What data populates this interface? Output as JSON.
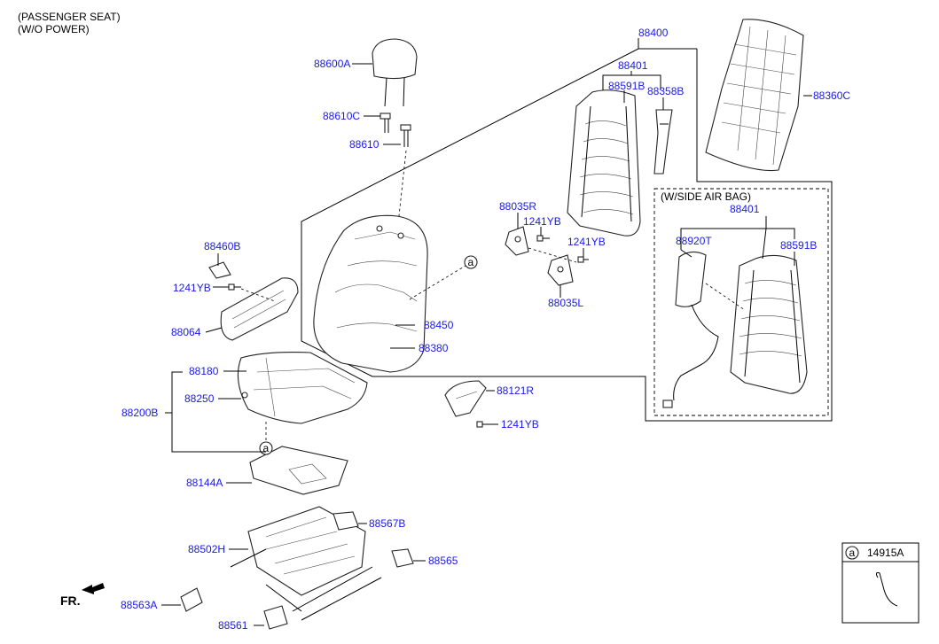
{
  "header": {
    "line1": "(PASSENGER SEAT)",
    "line2": "(W/O POWER)"
  },
  "side_airbag_box": {
    "title": "(W/SIDE AIR BAG)"
  },
  "front_indicator": "FR.",
  "legend": {
    "marker": "a",
    "part": "14915A"
  },
  "markers": {
    "a1": "a",
    "a2": "a"
  },
  "parts": {
    "p88400": "88400",
    "p88401": "88401",
    "p88401b": "88401",
    "p88591B": "88591B",
    "p88591Bb": "88591B",
    "p88358B": "88358B",
    "p88360C": "88360C",
    "p88600A": "88600A",
    "p88610C": "88610C",
    "p88610": "88610",
    "p88035R": "88035R",
    "p1241YB_a": "1241YB",
    "p1241YB_b": "1241YB",
    "p1241YB_c": "1241YB",
    "p1241YB_d": "1241YB",
    "p88035L": "88035L",
    "p88920T": "88920T",
    "p88460B": "88460B",
    "p88064": "88064",
    "p88450": "88450",
    "p88380": "88380",
    "p88180": "88180",
    "p88250": "88250",
    "p88200B": "88200B",
    "p88121R": "88121R",
    "p88144A": "88144A",
    "p88567B": "88567B",
    "p88502H": "88502H",
    "p88565": "88565",
    "p88563A": "88563A",
    "p88561": "88561"
  },
  "colors": {
    "label": "#1a1ae6",
    "line": "#000000"
  }
}
